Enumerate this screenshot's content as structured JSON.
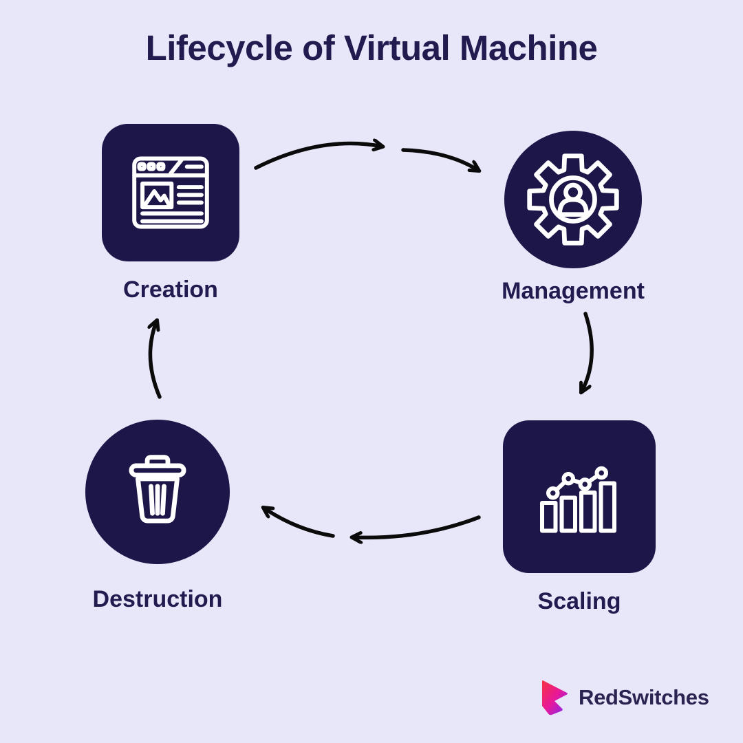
{
  "title": "Lifecycle of Virtual Machine",
  "colors": {
    "background": "#E8E7FA",
    "shape": "#1D1749",
    "text": "#221B50",
    "arrow": "#0B0B0B",
    "icon_stroke": "#FFFFFF"
  },
  "stages": [
    {
      "label": "Creation",
      "icon": "browser-window-icon",
      "shape": "rounded-square"
    },
    {
      "label": "Management",
      "icon": "gear-user-icon",
      "shape": "circle"
    },
    {
      "label": "Scaling",
      "icon": "bar-chart-growth-icon",
      "shape": "rounded-square"
    },
    {
      "label": "Destruction",
      "icon": "trash-can-icon",
      "shape": "circle"
    }
  ],
  "cycle_arrows": [
    "creation-to-management-arc-1",
    "creation-to-management-arc-2",
    "management-to-scaling-arc",
    "scaling-to-destruction-arc-1",
    "scaling-to-destruction-arc-2",
    "destruction-to-creation-arc"
  ],
  "brand": {
    "name": "RedSwitches",
    "logo_gradient": {
      "start": "#F5333F",
      "mid": "#E81899",
      "end": "#7B2BF9"
    }
  }
}
